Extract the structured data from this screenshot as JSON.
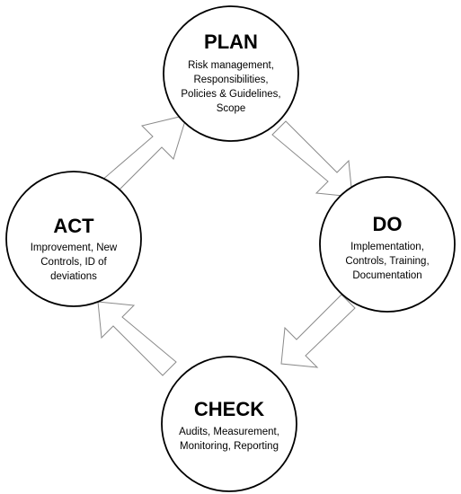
{
  "diagram": {
    "type": "cycle",
    "nodes": {
      "plan": {
        "title": "PLAN",
        "lines": [
          "Risk management,",
          "Responsibilities,",
          "Policies & Guidelines,",
          "Scope"
        ]
      },
      "do": {
        "title": "DO",
        "lines": [
          "Implementation,",
          "Controls, Training,",
          "Documentation"
        ]
      },
      "check": {
        "title": "CHECK",
        "lines": [
          "Audits, Measurement,",
          "Monitoring, Reporting"
        ]
      },
      "act": {
        "title": "ACT",
        "lines": [
          "Improvement, New",
          "Controls, ID of",
          "deviations"
        ]
      }
    },
    "flow": [
      "plan",
      "do",
      "check",
      "act"
    ]
  }
}
